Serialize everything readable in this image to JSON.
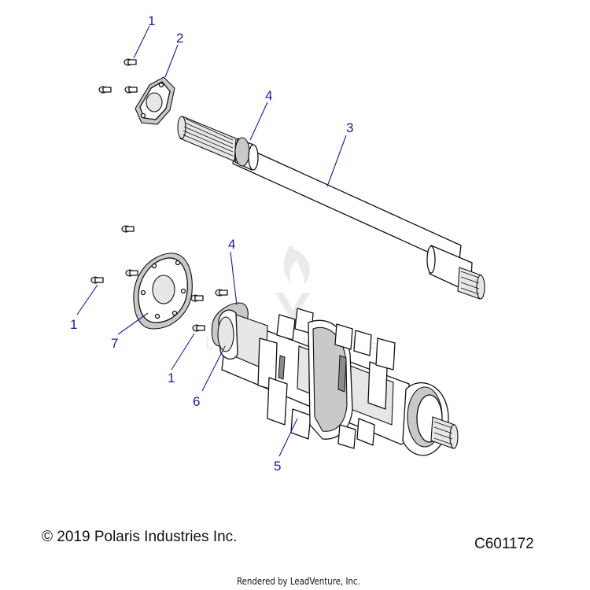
{
  "callouts": {
    "c1_top": "1",
    "c2": "2",
    "c3": "3",
    "c4_top": "4",
    "c4_lower": "4",
    "c1_left": "1",
    "c7": "7",
    "c1_mid": "1",
    "c6": "6",
    "c5": "5"
  },
  "watermark": "LEADVENTURE",
  "footer": {
    "copyright": "© 2019 Polaris Industries Inc.",
    "part_code": "C601172",
    "rendered_by": "Rendered by LeadVenture, Inc."
  },
  "colors": {
    "callout": "#1a1aa6",
    "line": "#111111",
    "shade": "#c9c9c9",
    "watermark": "#dddddd"
  }
}
